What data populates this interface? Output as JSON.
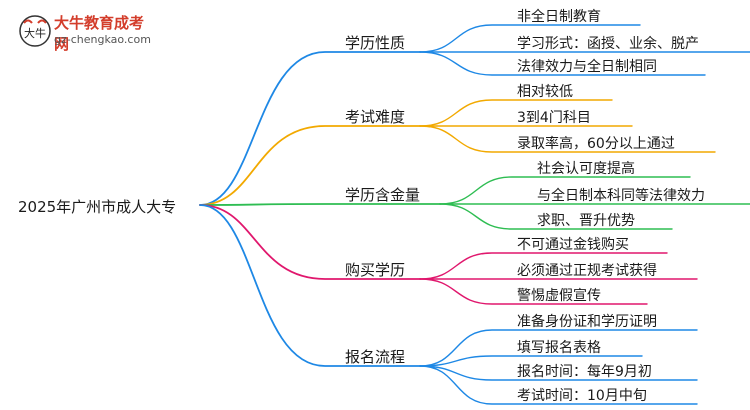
{
  "logo": {
    "mark_text": "大牛",
    "title": "大牛教育成考网",
    "url": "gz-chengkao.com"
  },
  "root": {
    "label": "2025年广州市成人大专"
  },
  "branches": [
    {
      "label": "学历性质",
      "color": "#1e88e5",
      "children": [
        "非全日制教育",
        "学习形式：函授、业余、脱产",
        "法律效力与全日制相同"
      ]
    },
    {
      "label": "考试难度",
      "color": "#f2a900",
      "children": [
        "相对较低",
        "3到4门科目",
        "录取率高，60分以上通过"
      ]
    },
    {
      "label": "学历含金量",
      "color": "#2ebd52",
      "children": [
        "社会认可度提高",
        "与全日制本科同等法律效力",
        "求职、晋升优势"
      ]
    },
    {
      "label": "购买学历",
      "color": "#e0176d",
      "children": [
        "不可通过金钱购买",
        "必须通过正规考试获得",
        "警惕虚假宣传"
      ]
    },
    {
      "label": "报名流程",
      "color": "#1e88e5",
      "children": [
        "准备身份证和学历证明",
        "填写报名表格",
        "报名时间：每年9月初",
        "考试时间：10月中旬"
      ]
    }
  ]
}
